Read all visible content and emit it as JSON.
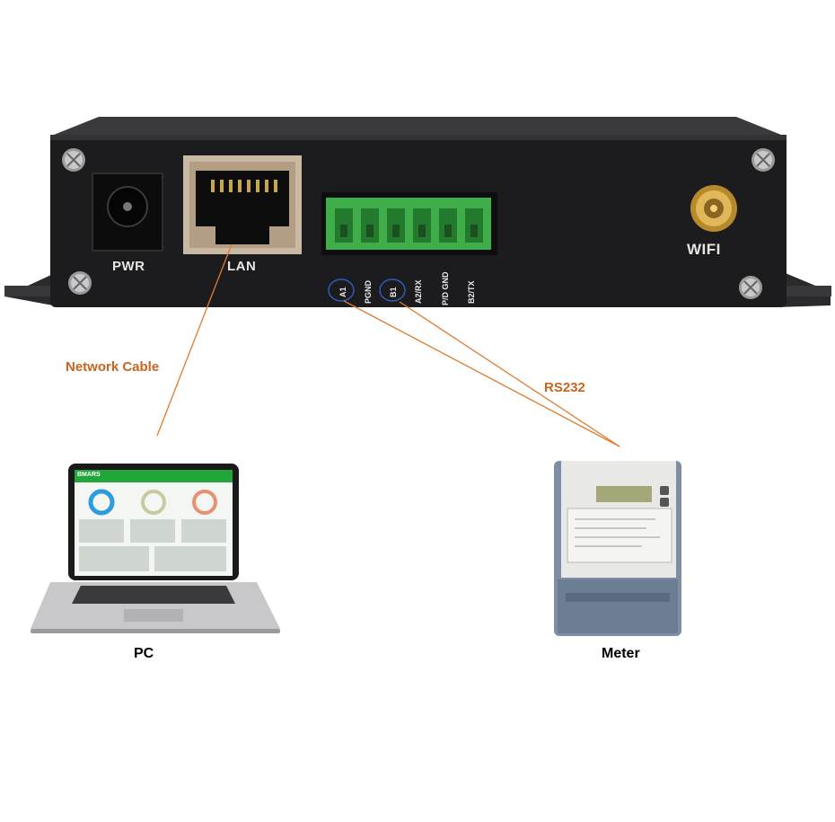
{
  "device": {
    "pwr_label": "PWR",
    "lan_label": "LAN",
    "wifi_label": "WIFI",
    "pins": [
      "A1",
      "PGND",
      "B1",
      "A2/RX",
      "P/D GND",
      "B2/TX"
    ]
  },
  "connections": {
    "network_cable_label": "Network Cable",
    "rs232_label": "RS232",
    "line_color": "#e07a2e"
  },
  "pc": {
    "caption": "PC",
    "screen_brand": "BMARS"
  },
  "meter": {
    "caption": "Meter"
  },
  "colors": {
    "label_orange": "#c8641e",
    "device_body": "#1d1d1f",
    "terminal_green": "#3fae4a",
    "app_green": "#22a63c"
  }
}
